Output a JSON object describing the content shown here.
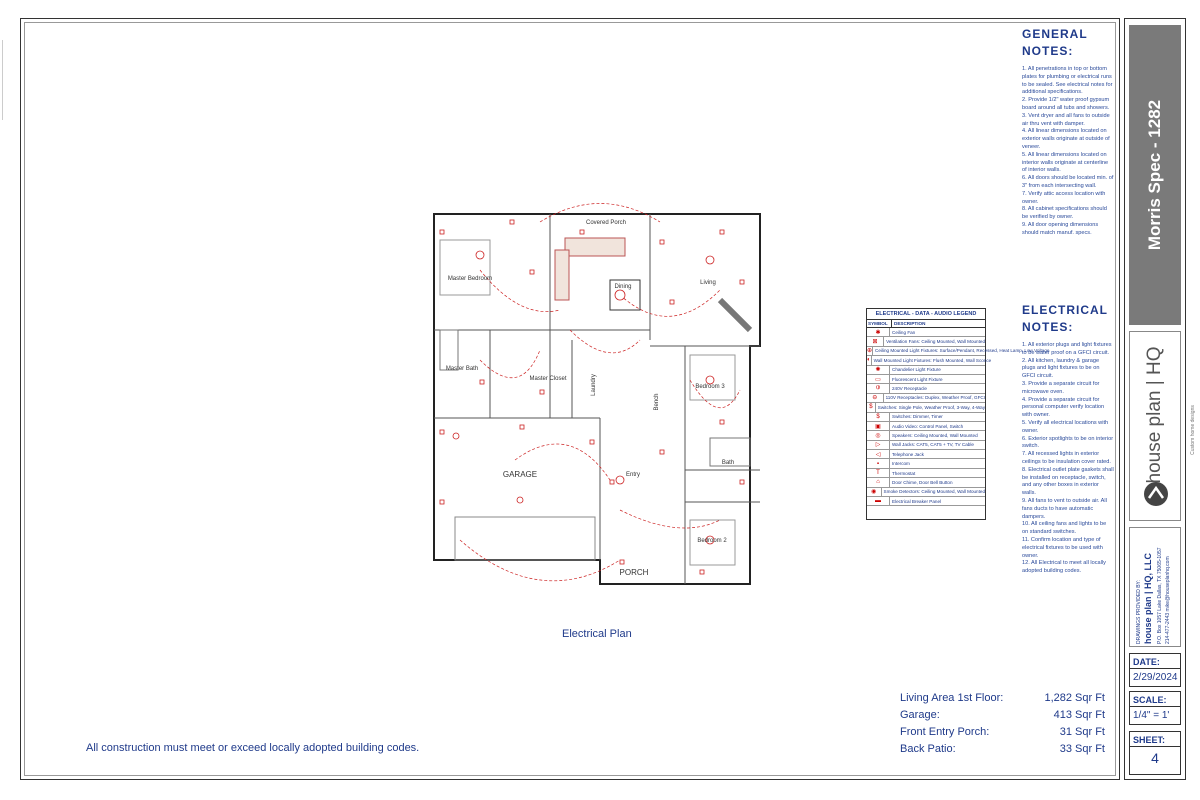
{
  "title_block": {
    "project": "Morris Spec - 1282",
    "brand": "house plan | HQ",
    "brand_tagline": "Custom home designs",
    "drawings_by": "DRAWINGS PROVIDED BY:",
    "company": "house plan | HQ, LLC",
    "address": "P.O. Box 1057 Lake Dallas, TX 75065-1057",
    "contact": "214-477-2443 mike@houseplanhq.com",
    "date_label": "DATE:",
    "date_value": "2/29/2024",
    "scale_label": "SCALE:",
    "scale_value": "1/4\" = 1'",
    "sheet_label": "SHEET:",
    "sheet_value": "4"
  },
  "general_notes": {
    "heading_line1": "GENERAL",
    "heading_line2": "NOTES:",
    "items": [
      "1. All penetrations in top or bottom plates for plumbing or electrical runs to be sealed. See electrical notes for additional specifications.",
      "2. Provide 1/2\" water proof gypsum board around all tubs and showers.",
      "3. Vent dryer and all fans to outside air thru vent with damper.",
      "4. All linear dimensions located on exterior walls originate at outside of veneer.",
      "5. All linear dimensions located on interior walls originate at centerline of interior walls.",
      "6. All doors should be located min. of 3\" from each intersecting wall.",
      "7. Verify attic access location with owner.",
      "8. All cabinet specifications should be verified by owner.",
      "9. All door opening dimensions should match manuf. specs."
    ]
  },
  "electrical_notes": {
    "heading_line1": "ELECTRICAL",
    "heading_line2": "NOTES:",
    "items": [
      "1. All exterior plugs and light fixtures to be water proof on a GFCI circuit.",
      "2. All kitchen, laundry & garage plugs and light fixtures to be on GFCI circuit.",
      "3. Provide a separate circuit for microwave oven.",
      "4. Provide a separate circuit for personal computer verify location with owner.",
      "5. Verify all electrical locations with owner.",
      "6. Exterior spotlights to be on interior switch.",
      "7. All recessed lights in exterior ceilings to be insulation cover rated.",
      "8. Electrical outlet plate gaskets shall be installed on receptacle, switch, and any other boxes in exterior walls.",
      "9. All fans to vent to outside air. All fans ducts to have automatic dampers.",
      "10. All ceiling fans and lights to be on standard switches.",
      "11. Confirm location and type of electrical fixtures to be used with owner.",
      "12. All Electrical to meet all locally adopted building codes."
    ]
  },
  "legend": {
    "title": "ELECTRICAL - DATA - AUDIO LEGEND",
    "col_symbol": "SYMBOL",
    "col_desc": "DESCRIPTION",
    "rows": [
      {
        "symbol": "✱",
        "desc": "Ceiling Fan"
      },
      {
        "symbol": "⊠",
        "desc": "Ventilation Fans: Ceiling Mounted, Wall Mounted"
      },
      {
        "symbol": "⊕",
        "desc": "Ceiling Mounted Light Fixtures: Surface/Pendant, Recessed, Heat Lamp, Low Voltage"
      },
      {
        "symbol": "◐",
        "desc": "Wall Mounted Light Fixtures: Flush Mounted, Wall Sconce"
      },
      {
        "symbol": "✺",
        "desc": "Chandelier Light Fixture"
      },
      {
        "symbol": "▭",
        "desc": "Fluorescent Light Fixture"
      },
      {
        "symbol": "⦶",
        "desc": "240V Receptacle"
      },
      {
        "symbol": "⊖",
        "desc": "110V Receptacles: Duplex, Weather Proof, GFCI"
      },
      {
        "symbol": "$",
        "desc": "Switches: Single Pole, Weather Proof, 3-Way, 4-Way"
      },
      {
        "symbol": "$",
        "desc": "Switches: Dimmer, Timer"
      },
      {
        "symbol": "▣",
        "desc": "Audio Video: Control Panel, Switch"
      },
      {
        "symbol": "◎",
        "desc": "Speakers: Ceiling Mounted, Wall Mounted"
      },
      {
        "symbol": "▷",
        "desc": "Wall Jacks: CAT5, CAT5 + TV, TV Cable"
      },
      {
        "symbol": "◁",
        "desc": "Telephone Jack"
      },
      {
        "symbol": "▪",
        "desc": "Intercom"
      },
      {
        "symbol": "T",
        "desc": "Thermostat"
      },
      {
        "symbol": "⌂",
        "desc": "Door Chime, Door Bell Button"
      },
      {
        "symbol": "◉",
        "desc": "Smoke Detectors: Ceiling Mounted, Wall Mounted"
      },
      {
        "symbol": "▬",
        "desc": "Electrical Breaker Panel"
      }
    ]
  },
  "plan": {
    "title": "Electrical Plan",
    "rooms": {
      "covered_porch": "Covered Porch",
      "master_bedroom": "Master Bedroom",
      "dining": "Dining",
      "living": "Living",
      "master_bath": "Master Bath",
      "master_closet": "Master Closet",
      "laundry": "Laundry",
      "bedroom3": "Bedroom 3",
      "bench": "Bench",
      "bath": "Bath",
      "garage": "GARAGE",
      "entry": "Entry",
      "bedroom2": "Bedroom 2",
      "porch": "PORCH"
    }
  },
  "areas": [
    {
      "label": "Living Area 1st Floor:",
      "value": "1,282 Sqr Ft"
    },
    {
      "label": "Garage:",
      "value": "413 Sqr Ft"
    },
    {
      "label": "Front Entry Porch:",
      "value": "31 Sqr Ft"
    },
    {
      "label": "Back Patio:",
      "value": "33 Sqr Ft"
    }
  ],
  "bottom_note": "All construction must meet or exceed locally adopted building codes."
}
